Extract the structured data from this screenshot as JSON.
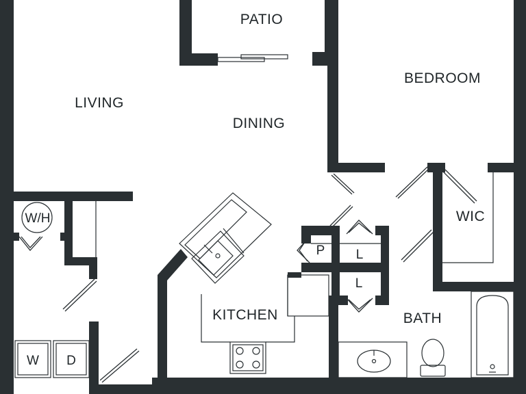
{
  "rooms": {
    "patio": "PATIO",
    "living": "LIVING",
    "dining": "DINING",
    "bedroom": "BEDROOM",
    "wic": "WIC",
    "kitchen": "KITCHEN",
    "bath": "BATH"
  },
  "fixtures": {
    "water_heater": "W/H",
    "washer": "W",
    "dryer": "D",
    "pantry": "P",
    "linen_upper": "L",
    "linen_lower": "L"
  },
  "colors": {
    "wall": "#2a3033",
    "background": "#ffffff"
  }
}
